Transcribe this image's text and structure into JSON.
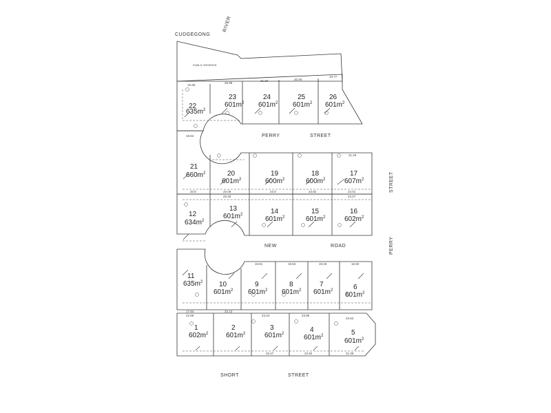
{
  "streets": {
    "river_label": "RIVER",
    "cudgegong_label": "CUDGEGONG",
    "perry_top_1": "PERRY",
    "perry_top_2": "STREET",
    "perry_right_1": "STREET",
    "perry_right_2": "PERRY",
    "new_1": "NEW",
    "new_2": "ROAD",
    "short_1": "SHORT",
    "short_2": "STREET"
  },
  "reserve_label": "PUBLIC RESERVE",
  "lots": [
    {
      "id": "22",
      "area": "635m",
      "sup": "2"
    },
    {
      "id": "23",
      "area": "601m",
      "sup": "2"
    },
    {
      "id": "24",
      "area": "601m",
      "sup": "2"
    },
    {
      "id": "25",
      "area": "601m",
      "sup": "2"
    },
    {
      "id": "26",
      "area": "601m",
      "sup": "2"
    },
    {
      "id": "21",
      "area": "660m",
      "sup": "2"
    },
    {
      "id": "20",
      "area": "601m",
      "sup": "2"
    },
    {
      "id": "19",
      "area": "600m",
      "sup": "2"
    },
    {
      "id": "18",
      "area": "600m",
      "sup": "2"
    },
    {
      "id": "17",
      "area": "607m",
      "sup": "2"
    },
    {
      "id": "12",
      "area": "634m",
      "sup": "2"
    },
    {
      "id": "13",
      "area": "601m",
      "sup": "2"
    },
    {
      "id": "14",
      "area": "601m",
      "sup": "2"
    },
    {
      "id": "15",
      "area": "601m",
      "sup": "2"
    },
    {
      "id": "16",
      "area": "602m",
      "sup": "2"
    },
    {
      "id": "11",
      "area": "635m",
      "sup": "2"
    },
    {
      "id": "10",
      "area": "601m",
      "sup": "2"
    },
    {
      "id": "9",
      "area": "601m",
      "sup": "2"
    },
    {
      "id": "8",
      "area": "601m",
      "sup": "2"
    },
    {
      "id": "7",
      "area": "601m",
      "sup": "2"
    },
    {
      "id": "6",
      "area": "601m",
      "sup": "2"
    },
    {
      "id": "1",
      "area": "602m",
      "sup": "2"
    },
    {
      "id": "2",
      "area": "601m",
      "sup": "2"
    },
    {
      "id": "3",
      "area": "601m",
      "sup": "2"
    },
    {
      "id": "4",
      "area": "601m",
      "sup": "2"
    },
    {
      "id": "5",
      "area": "601m",
      "sup": "2"
    }
  ],
  "dimensions": [
    "19.35",
    "25.09",
    "21.20",
    "20.00",
    "19.77",
    "18.64",
    "20.8",
    "20.09",
    "20.28",
    "23.8",
    "23.82",
    "24.01",
    "24.27",
    "21.26",
    "19.81",
    "19.53",
    "19.26",
    "16.50",
    "17.84",
    "22.69",
    "23.44",
    "23.95",
    "24.62",
    "22.13",
    "23.47",
    "22.92",
    "21.38"
  ]
}
